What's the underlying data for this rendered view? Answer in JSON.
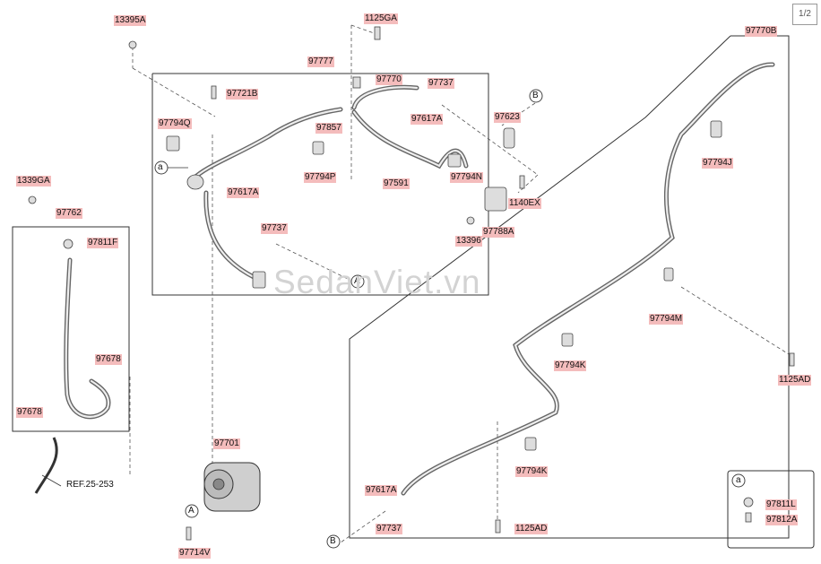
{
  "page_indicator": "1/2",
  "watermark": "SedanViet.vn",
  "circle_refs": {
    "a": "a",
    "b": "B",
    "A": "A"
  },
  "ref_note": "REF.25-253",
  "legend": {
    "title": "a",
    "items": [
      "97811L",
      "97812A"
    ]
  },
  "labels": {
    "l13395A": "13395A",
    "l1125GA": "1125GA",
    "l97777": "97777",
    "l97770B": "97770B",
    "l97721B": "97721B",
    "l97770": "97770",
    "l97737a": "97737",
    "l97794Q": "97794Q",
    "l97857": "97857",
    "l97617Aa": "97617A",
    "l97623": "97623",
    "l97794J": "97794J",
    "l1339GA": "1339GA",
    "l97617Ab": "97617A",
    "l97794P": "97794P",
    "l97591": "97591",
    "l97794N": "97794N",
    "l1140EX": "1140EX",
    "l97762": "97762",
    "l97811F": "97811F",
    "l97737b": "97737",
    "l13396": "13396",
    "l97788A": "97788A",
    "l97794M": "97794M",
    "l97678a": "97678",
    "l97794Ka": "97794K",
    "l1125ADa": "1125AD",
    "l97678b": "97678",
    "l97701": "97701",
    "l97794Kb": "97794K",
    "l97617Ac": "97617A",
    "l97737c": "97737",
    "l1125ADb": "1125AD",
    "l97714V": "97714V"
  }
}
